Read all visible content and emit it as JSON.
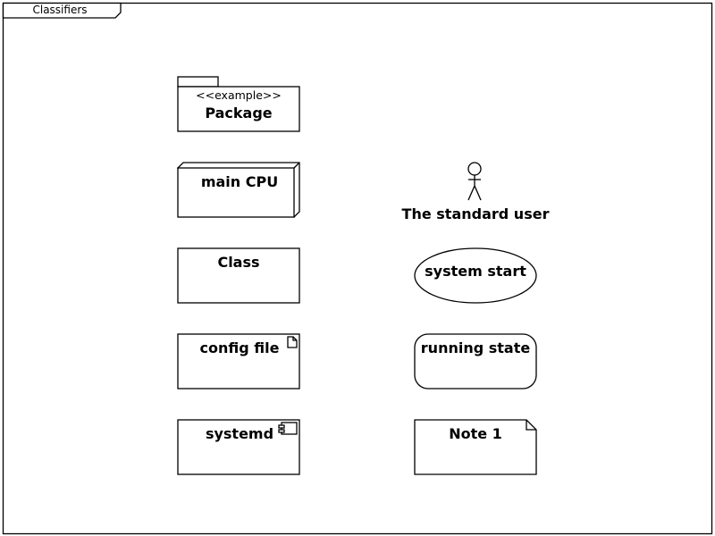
{
  "frame": {
    "title": "Classifiers"
  },
  "elements": {
    "package": {
      "stereotype": "<<example>>",
      "name": "Package"
    },
    "node": {
      "name": "main CPU"
    },
    "class": {
      "name": "Class"
    },
    "artifact": {
      "name": "config file"
    },
    "component": {
      "name": "systemd"
    },
    "actor": {
      "name": "The standard user"
    },
    "usecase": {
      "name": "system start"
    },
    "state": {
      "name": "running state"
    },
    "note": {
      "name": "Note 1"
    }
  },
  "colors": {
    "stroke": "#000000",
    "fill": "#ffffff"
  },
  "icons": {
    "artifact": "document-icon",
    "component": "component-icon",
    "actor": "stick-figure-icon"
  }
}
